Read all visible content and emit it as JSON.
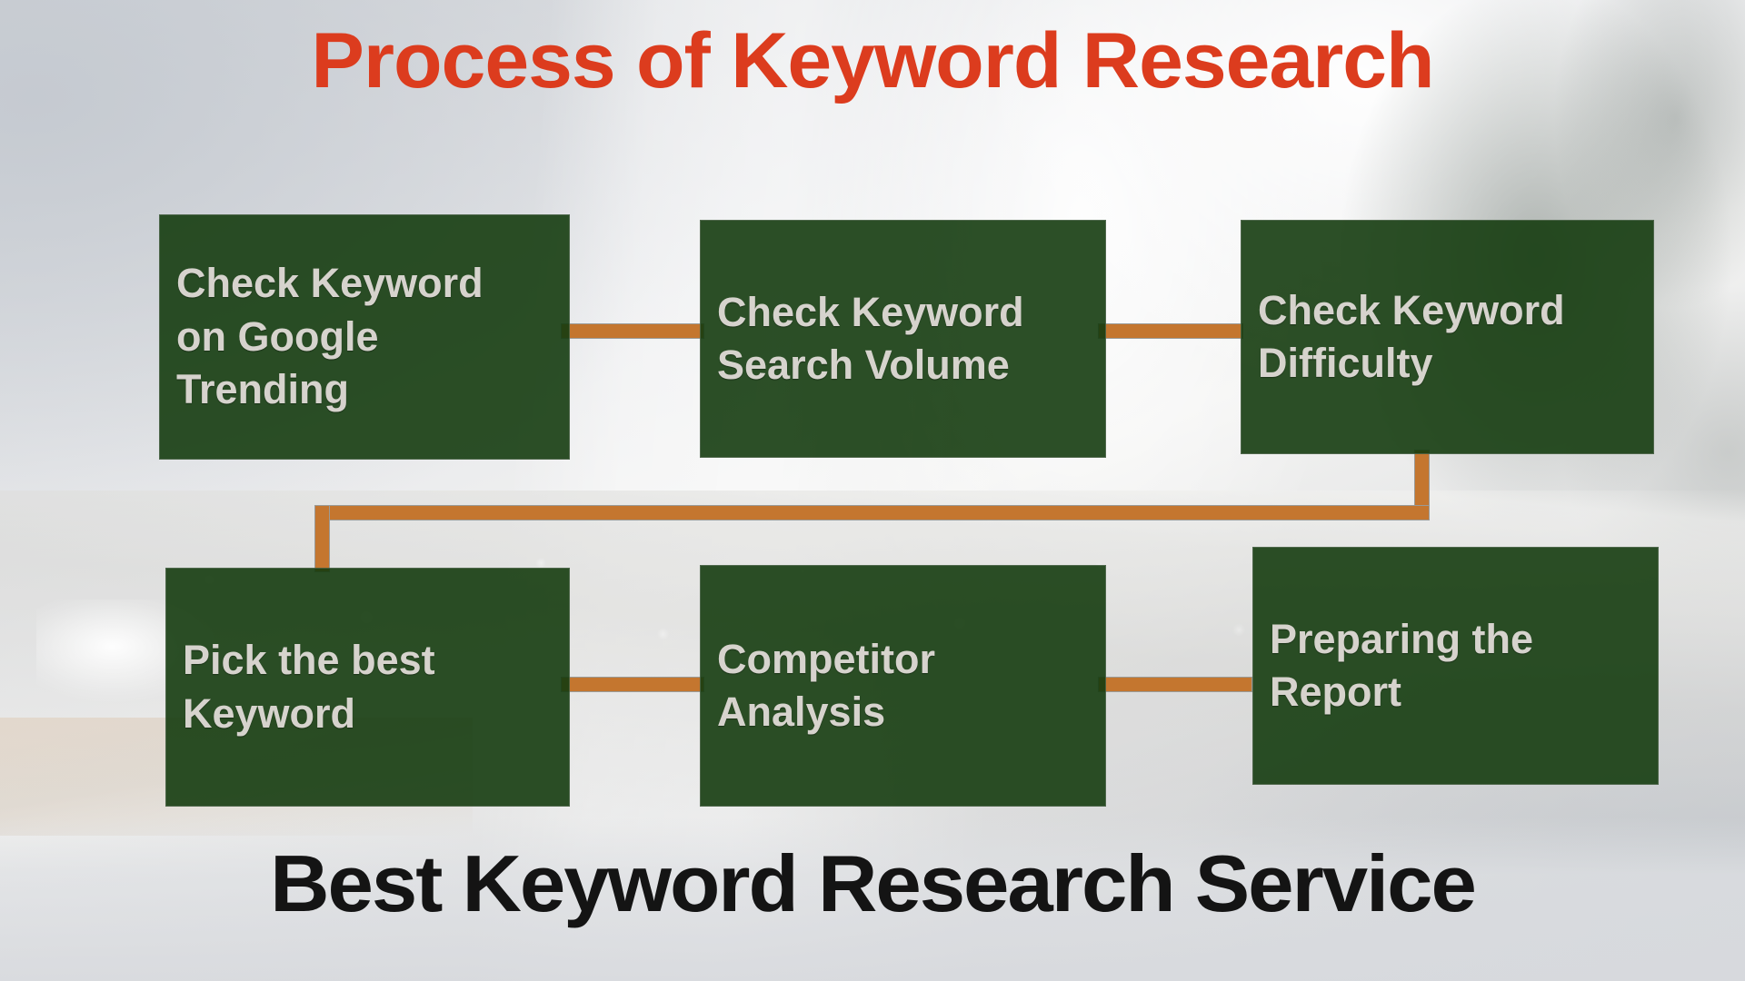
{
  "title": "Process of Keyword Research",
  "footer": "Best Keyword Research Service",
  "colors": {
    "title": "#dc3c1e",
    "footer": "#141414",
    "node_fill": "#153c10",
    "node_text": "#d6d3cd",
    "connector": "#c4762f",
    "background": "#d6d8da"
  },
  "diagram": {
    "type": "flowchart",
    "nodes": [
      {
        "id": "check-keyword-on-google-trending",
        "label": "Check Keyword on Google Trending",
        "lines": [
          "Check Keyword",
          "on Google",
          "Trending"
        ],
        "step": 1,
        "row": 1,
        "column": 1
      },
      {
        "id": "check-keyword-search-volume",
        "label": "Check Keyword Search Volume",
        "lines": [
          "Check Keyword",
          "Search Volume"
        ],
        "step": 2,
        "row": 1,
        "column": 2
      },
      {
        "id": "check-keyword-difficulty",
        "label": "Check Keyword Difficulty",
        "lines": [
          "Check Keyword",
          "Difficulty"
        ],
        "step": 3,
        "row": 1,
        "column": 3
      },
      {
        "id": "pick-the-best-keyword",
        "label": "Pick the best Keyword",
        "lines": [
          "Pick the best",
          "Keyword"
        ],
        "step": 4,
        "row": 2,
        "column": 1
      },
      {
        "id": "competitor-analysis",
        "label": "Competitor Analysis",
        "lines": [
          "Competitor",
          "Analysis"
        ],
        "step": 5,
        "row": 2,
        "column": 2
      },
      {
        "id": "preparing-the-report",
        "label": "Preparing the Report",
        "lines": [
          "Preparing the",
          "Report"
        ],
        "step": 6,
        "row": 2,
        "column": 3
      }
    ],
    "edges": [
      {
        "from": "check-keyword-on-google-trending",
        "to": "check-keyword-search-volume",
        "style": "horizontal"
      },
      {
        "from": "check-keyword-search-volume",
        "to": "check-keyword-difficulty",
        "style": "horizontal"
      },
      {
        "from": "check-keyword-difficulty",
        "to": "pick-the-best-keyword",
        "style": "down-left-down"
      },
      {
        "from": "pick-the-best-keyword",
        "to": "competitor-analysis",
        "style": "horizontal"
      },
      {
        "from": "competitor-analysis",
        "to": "preparing-the-report",
        "style": "horizontal"
      }
    ]
  }
}
